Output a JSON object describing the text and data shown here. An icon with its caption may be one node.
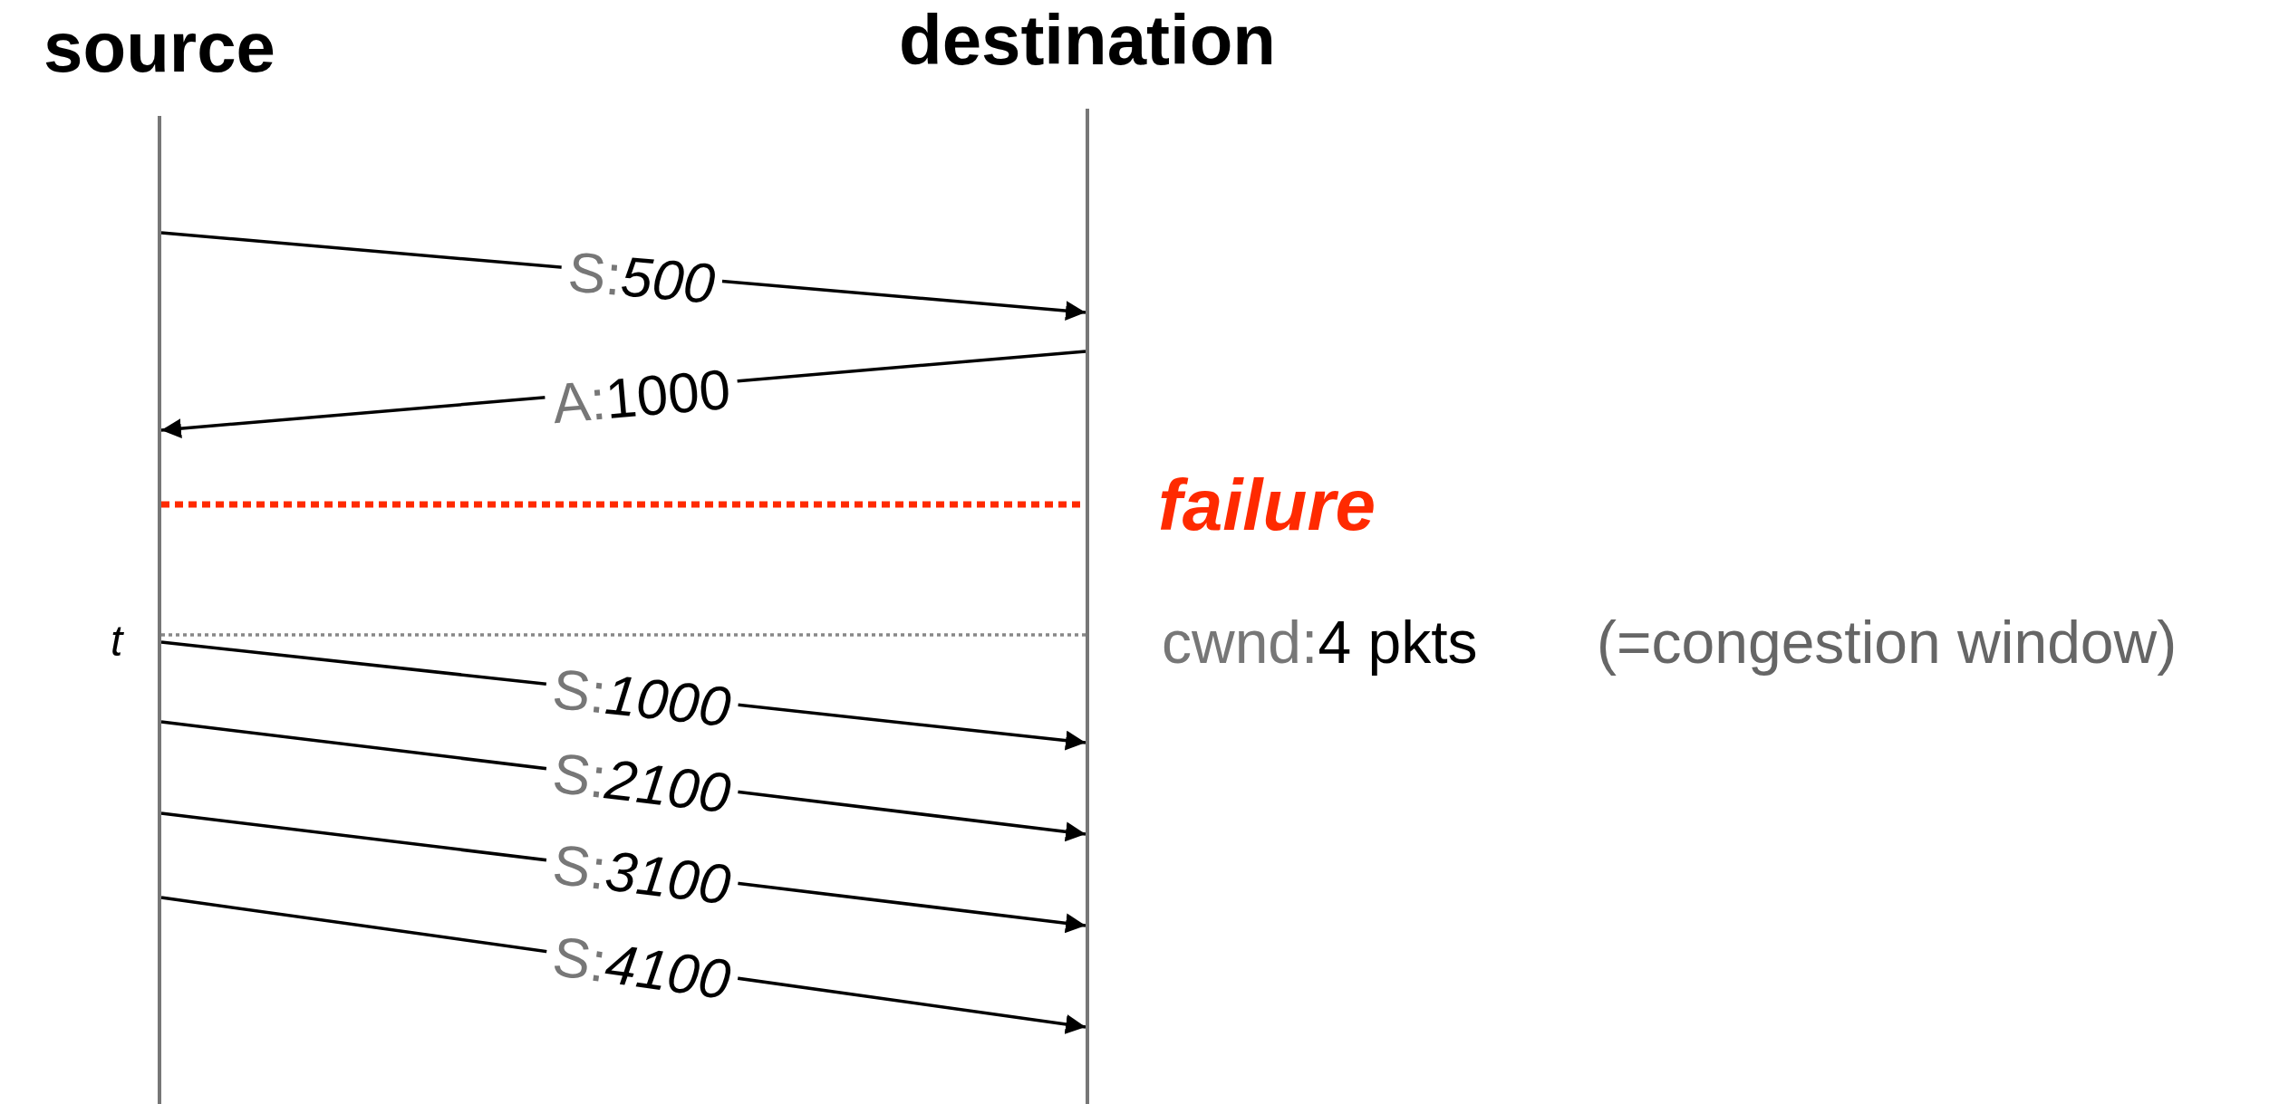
{
  "diagram": {
    "nodes": [
      {
        "text": [
          "source"
        ]
      },
      {
        "text": [
          "destination"
        ]
      }
    ],
    "edges": [
      {
        "from": 0,
        "to": 1,
        "arrow": "to",
        "label": "S:*500*"
      },
      {
        "from": 1,
        "to": 0,
        "arrow": "to",
        "label": "A:1000"
      },
      {
        "from": 0,
        "to": 1,
        "arrow": "none",
        "style": "dashed",
        "color": "#ff2a00"
      },
      {
        "from": 0,
        "to": 1,
        "arrow": "none",
        "style": "dashed",
        "color": "#888888"
      },
      {
        "from": 0,
        "to": 1,
        "arrow": "to",
        "label": "S:*1000*"
      },
      {
        "from": 0,
        "to": 1,
        "arrow": "to",
        "label": "S:*2100*"
      },
      {
        "from": 0,
        "to": 1,
        "arrow": "to",
        "label": "S:*3100*"
      },
      {
        "from": 0,
        "to": 1,
        "arrow": "to",
        "label": "S:*4100*"
      }
    ],
    "labels": [
      "failure",
      "t",
      "cwnd:4 pkts",
      "(=congestion window)"
    ]
  }
}
